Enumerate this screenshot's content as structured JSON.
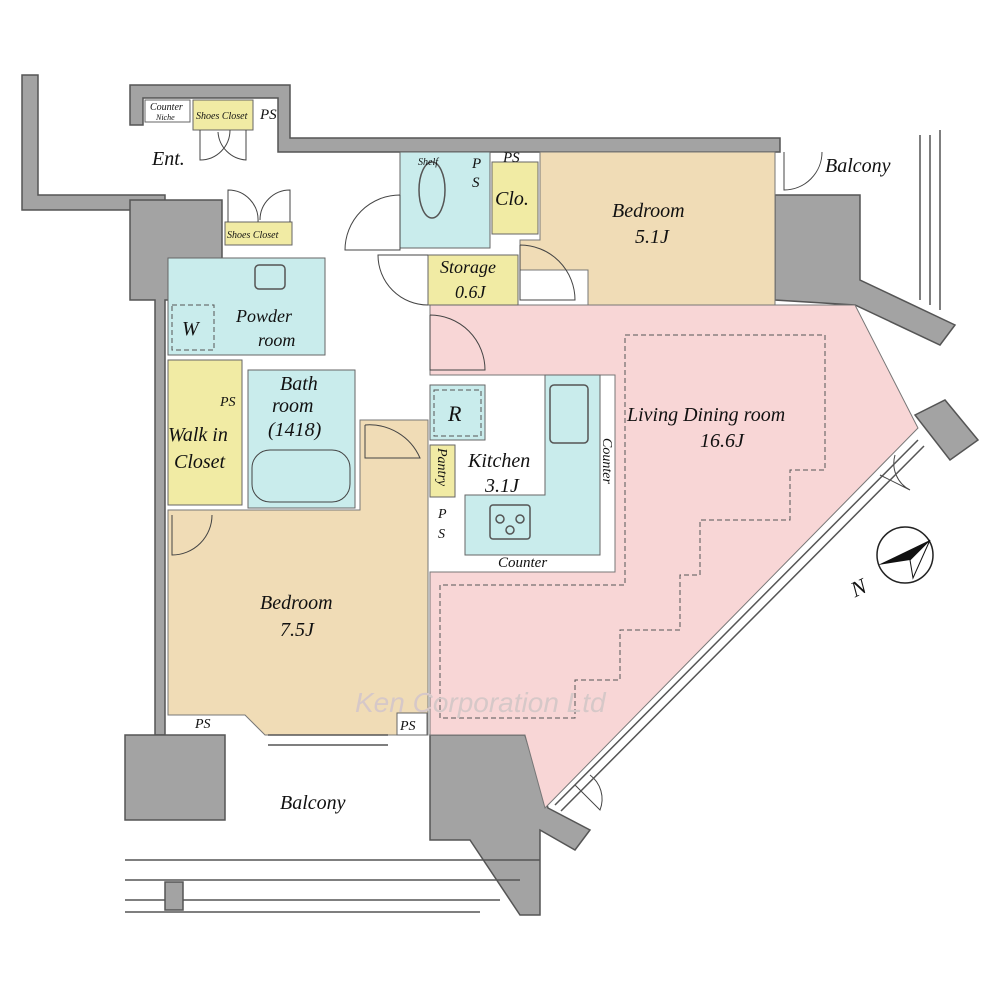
{
  "rooms": {
    "entrance": "Ent.",
    "counter_niche_1": "Counter",
    "counter_niche_2": "Niche",
    "shoes_closet_top": "Shoes Closet",
    "shoes_closet_lower": "Shoes Closet",
    "ps_top_left": "PS",
    "shelf": "Shelf",
    "ps_toilet_1": "P",
    "ps_toilet_2": "S",
    "ps_top_right": "PS",
    "closet": "Clo.",
    "bedroom_upper_name": "Bedroom",
    "bedroom_upper_size": "5.1J",
    "storage_name": "Storage",
    "storage_size": "0.6J",
    "balcony_upper": "Balcony",
    "washer": "W",
    "powder_room_1": "Powder",
    "powder_room_2": "room",
    "ps_mid": "PS",
    "bath_1": "Bath",
    "bath_2": "room",
    "bath_3": "(1418)",
    "walk_in_1": "Walk in",
    "walk_in_2": "Closet",
    "fridge": "R",
    "pantry": "Pantry",
    "kitchen_name": "Kitchen",
    "kitchen_size": "3.1J",
    "ps_kitchen_1": "P",
    "ps_kitchen_2": "S",
    "counter_right": "Counter",
    "counter_bottom": "Counter",
    "living_name": "Living Dining room",
    "living_size": "16.6J",
    "bedroom_lower_name": "Bedroom",
    "bedroom_lower_size": "7.5J",
    "ps_bottom_left": "PS",
    "ps_bottom_right": "PS",
    "balcony_lower": "Balcony"
  },
  "compass": {
    "label": "N"
  },
  "watermark": "Ken Corporation Ltd",
  "colors": {
    "bedroom": "#f0dcb6",
    "living": "#f8d6d6",
    "wet": "#c9ecec",
    "storage": "#f1eba4",
    "wall": "#a3a3a3"
  }
}
